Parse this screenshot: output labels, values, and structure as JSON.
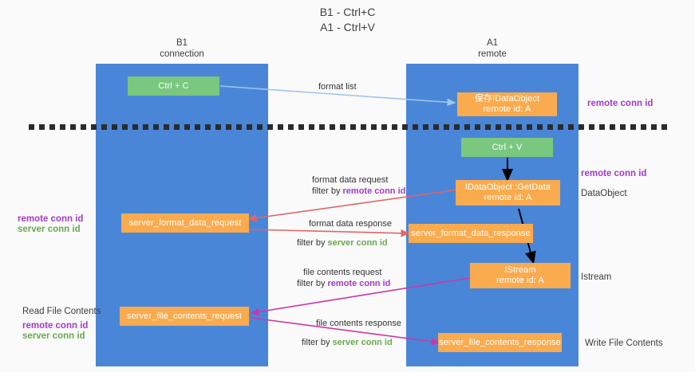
{
  "title": "B1 - Ctrl+C\nA1 - Ctrl+V",
  "columns": [
    {
      "name": "left",
      "label": "B1\nconnection"
    },
    {
      "name": "right",
      "label": "A1\nremote"
    }
  ],
  "nodes": {
    "ctrl_c": "Ctrl + C",
    "ctrl_v": "Ctrl + V",
    "save_idataobject": "保存IDataObject\nremote id: A",
    "idataobject_getdata": "IDataObject::GetData\nremote id: A",
    "server_format_data_request": "server_format_data_request",
    "server_format_data_response": "server_format_data_response",
    "istream": "IStream\nremote id: A",
    "server_file_contents_request": "server_file_contents_request",
    "server_file_contents_response": "server_file_contents_response"
  },
  "edge_labels": {
    "format_list": "format list",
    "format_data_request": "format data request",
    "format_data_request_filter_prefix": "filter by ",
    "format_data_request_filter_key": "remote conn id",
    "format_data_response": "format data response",
    "format_data_response_filter_prefix": "filter by ",
    "format_data_response_filter_key": "server conn id",
    "file_contents_request": "file contents request",
    "file_contents_request_filter_prefix": "filter by ",
    "file_contents_request_filter_key": "remote conn id",
    "file_contents_response": "file contents response",
    "file_contents_response_filter_prefix": "filter by ",
    "file_contents_response_filter_key": "server conn id"
  },
  "right_labels": {
    "remote_conn_id_top": "remote conn id",
    "remote_conn_id_mid": "remote conn id",
    "dataobject": "DataObject",
    "istream": "Istream",
    "write_file_contents": "Write File Contents"
  },
  "left_labels": {
    "remote_conn_id": "remote conn id",
    "server_conn_id": "server conn id",
    "read_file_contents": "Read File Contents",
    "remote_conn_id_bottom": "remote conn id",
    "server_conn_id_bottom": "server conn id"
  },
  "colors": {
    "lane": "#4a86d8",
    "node_green": "#7ac77f",
    "node_orange": "#f9ab4e",
    "purple": "#a23bc8",
    "green": "#6aa84f",
    "arrow_blue": "#9fc5e8",
    "arrow_red": "#e06666",
    "arrow_magenta": "#c837ab",
    "arrow_black": "#000000",
    "background": "#fafafa"
  }
}
